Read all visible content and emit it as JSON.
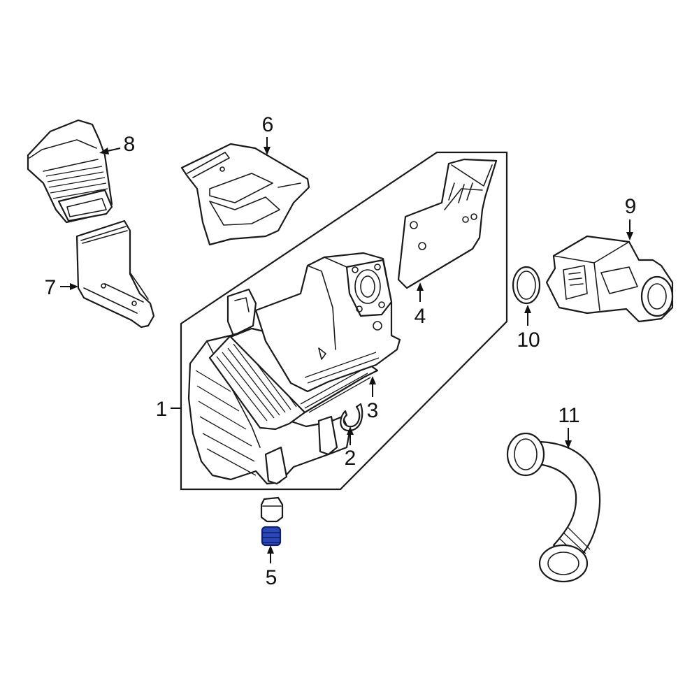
{
  "callouts": {
    "c1": "1",
    "c2": "2",
    "c3": "3",
    "c4": "4",
    "c5": "5",
    "c6": "6",
    "c7": "7",
    "c8": "8",
    "c9": "9",
    "c10": "10",
    "c11": "11"
  },
  "colors": {
    "line": "#1a1a1a",
    "background": "#ffffff",
    "highlight_fill": "#2a47b8",
    "highlight_stroke": "#0f1f6b"
  },
  "highlighted_part": "5"
}
